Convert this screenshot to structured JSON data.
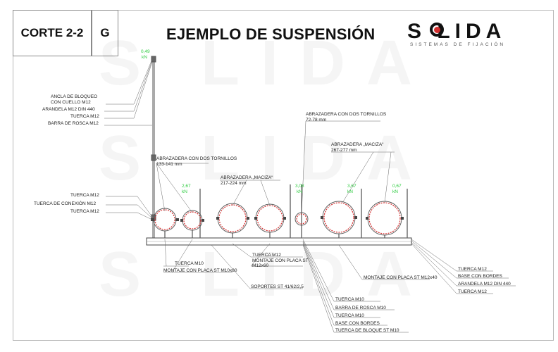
{
  "header": {
    "section": "CORTE 2-2",
    "code": "G",
    "title": "EJEMPLO DE SUSPENSIÓN"
  },
  "logo": {
    "name": "S LIDA",
    "tagline": "SISTEMAS DE FIJACIÓN"
  },
  "loads": [
    {
      "value": "0,49",
      "unit": "kN"
    },
    {
      "value": "2,67",
      "unit": "kN"
    },
    {
      "value": "3,08",
      "unit": "kN"
    },
    {
      "value": "3,67",
      "unit": "kN"
    },
    {
      "value": "0,67",
      "unit": "kN"
    }
  ],
  "labels": {
    "ancla_1": "ANCLA DE BLOQUEO",
    "ancla_2": "CON CUELLO M12",
    "arandela_top": "ARANDELA M12 DIN 440",
    "tuerca_top": "TUERCA M12",
    "barra_top": "BARRA DE ROSCA M12",
    "abrazadera_1": "ABRAZADERA CON DOS TORNILLOS",
    "abrazadera_1_size": "133-141 mm",
    "tuerca_left_1": "TUERCA  M12",
    "tuerca_conexion": "TUERCA DE CONEXIÓN  M12",
    "tuerca_left_2": "TUERCA  M12",
    "maciza_1": "ABRAZADERA „MACIZA“",
    "maciza_1_size": "217-224 mm",
    "abrazadera_2": "ABRAZADERA CON DOS TORNILLOS",
    "abrazadera_2_size": "72-78 mm",
    "maciza_2": "ABRAZADERA „MACIZA“",
    "maciza_2_size": "267-277 mm",
    "tuerca_m10_a": "TUERCA M10",
    "montaje_m10": "MONTAJE CON PLACA ST M10x80",
    "tuerca_m12_mid": "TUERCA M12",
    "montaje_m12_1": "MONTAJE CON PLACA ST",
    "montaje_m12_2": "M12x60",
    "soportes": "SOPORTES ST 41/62/2,5",
    "montaje_m12x40": "MONTAJE CON PLACA ST M12x40",
    "b_tuerca_m10_1": "TUERCA  M10",
    "b_barra_m10": "BARRA DE ROSCA M10",
    "b_tuerca_m10_2": "TUERCA  M10",
    "b_base_bordes": "BASE CON BORDES",
    "b_tuerca_bloque": "TUERCA DE BLOQUE ST M10",
    "r_tuerca_1": "TUERCA  M12",
    "r_base_bordes": "BASE CON BORDES",
    "r_arandela": "ARANDELA M12 DIN 440",
    "r_tuerca_2": "TUERCA  M12"
  }
}
